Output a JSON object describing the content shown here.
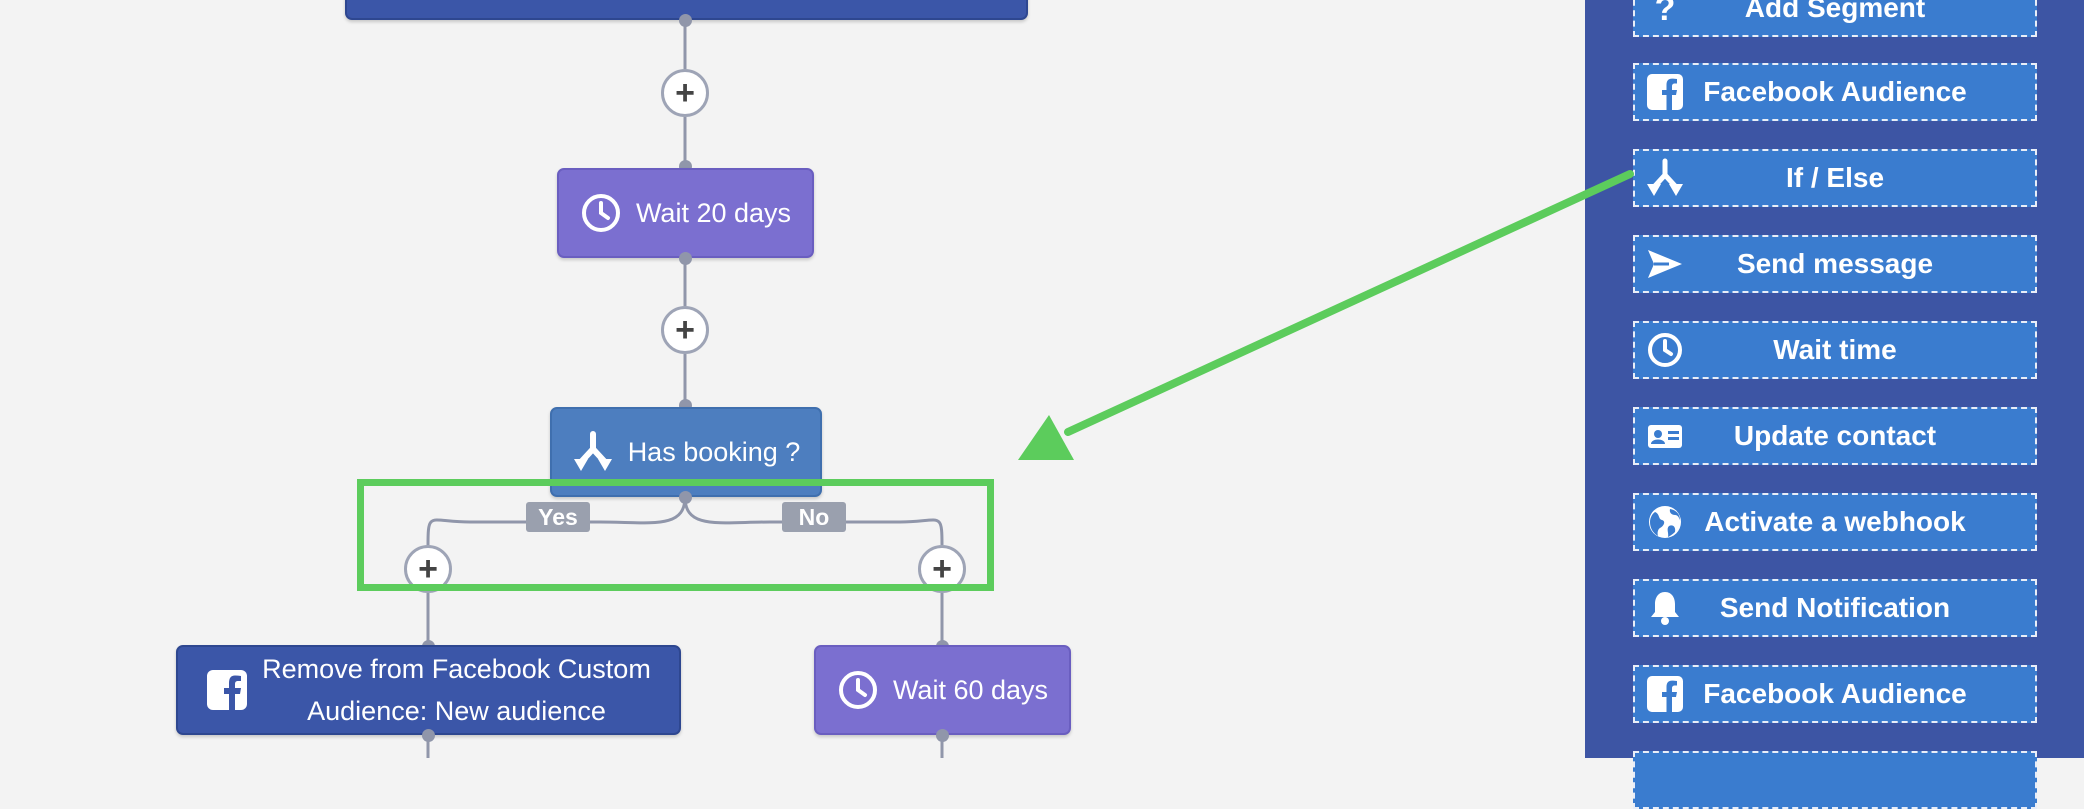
{
  "flow": {
    "wait_20_label": "Wait 20 days",
    "condition_label": "Has booking ?",
    "yes_label": "Yes",
    "no_label": "No",
    "remove_fb_label_line1": "Remove from Facebook Custom",
    "remove_fb_label_line2": "Audience: New audience",
    "wait_60_label": "Wait 60 days",
    "plus_symbol": "+"
  },
  "sidebar": {
    "items": [
      {
        "label": "Add Segment",
        "icon": "question-icon"
      },
      {
        "label": "Facebook Audience",
        "icon": "facebook-icon"
      },
      {
        "label": "If / Else",
        "icon": "split-icon"
      },
      {
        "label": "Send message",
        "icon": "send-icon"
      },
      {
        "label": "Wait time",
        "icon": "clock-icon"
      },
      {
        "label": "Update contact",
        "icon": "contact-card-icon"
      },
      {
        "label": "Activate a webhook",
        "icon": "globe-icon"
      },
      {
        "label": "Send Notification",
        "icon": "bell-icon"
      },
      {
        "label": "Facebook Audience",
        "icon": "facebook-icon"
      }
    ]
  },
  "colors": {
    "canvas_bg": "#f3f3f3",
    "sidebar_bg": "#3d55a4",
    "sidebar_button": "#3a7ccf",
    "action_blue": "#3b56a8",
    "wait_purple": "#7b6fd0",
    "condition_blue": "#4d7ebf",
    "highlight_green": "#5ccc5c"
  }
}
